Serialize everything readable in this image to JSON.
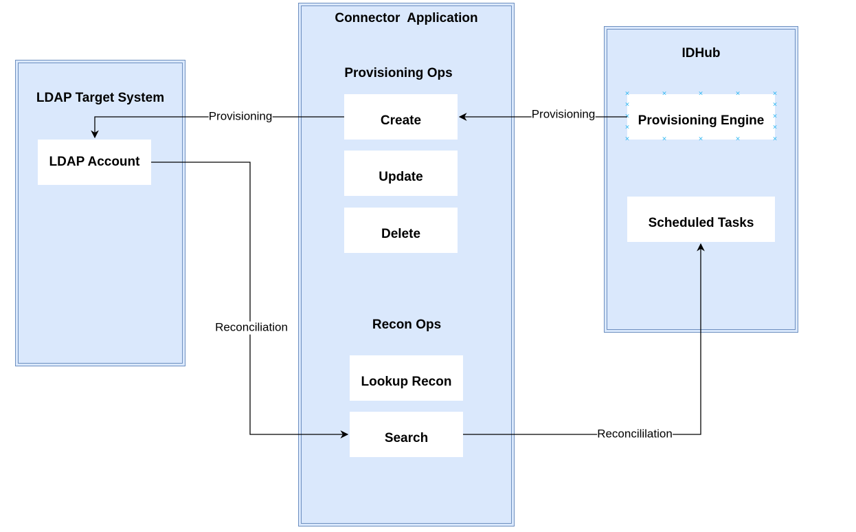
{
  "containers": {
    "ldap": {
      "title": "LDAP Target System"
    },
    "connector": {
      "title": "Connector  Application"
    },
    "idhub": {
      "title": "IDHub"
    }
  },
  "sections": {
    "provisioning_ops": "Provisioning Ops",
    "recon_ops": "Recon Ops"
  },
  "boxes": {
    "ldap_account": "LDAP Account",
    "create": "Create",
    "update": "Update",
    "delete": "Delete",
    "lookup_recon": "Lookup Recon",
    "search": "Search",
    "provisioning_engine": "Provisioning Engine",
    "scheduled_tasks": "Scheduled Tasks"
  },
  "edges": {
    "create_to_ldap": "Provisioning",
    "engine_to_create": "Provisioning",
    "ldap_to_search": "Reconciliation",
    "search_to_tasks": "Reconcililation"
  },
  "colors": {
    "container_fill": "#dae8fc",
    "container_stroke": "#6c8ebf",
    "selection_handles": "#29b6f2"
  }
}
